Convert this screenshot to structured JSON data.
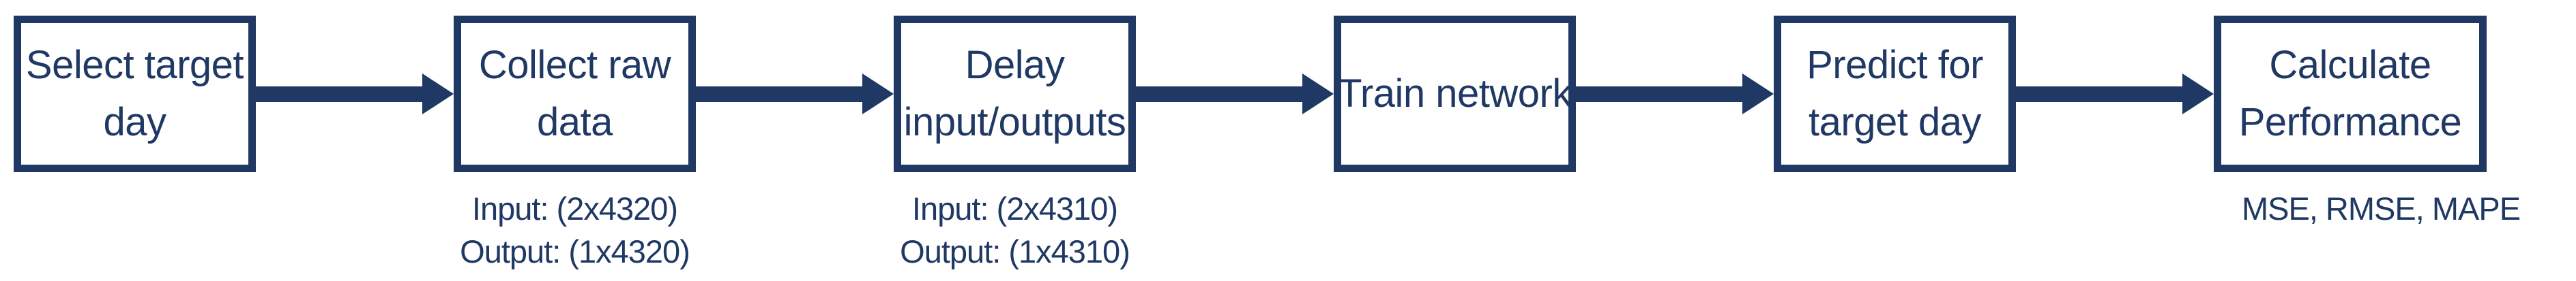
{
  "diagram": {
    "type": "flowchart",
    "direction": "left-to-right",
    "colors": {
      "accent": "#1F3864",
      "box_fill": "#FFFFFF",
      "text": "#1F3864"
    },
    "steps": [
      {
        "id": "select-target-day",
        "label_lines": [
          "Select target",
          "day"
        ],
        "annotations": []
      },
      {
        "id": "collect-raw-data",
        "label_lines": [
          "Collect raw",
          "data"
        ],
        "annotations": [
          "Input: (2x4320)",
          "Output: (1x4320)"
        ]
      },
      {
        "id": "delay-input-outputs",
        "label_lines": [
          "Delay",
          "input/outputs"
        ],
        "annotations": [
          "Input: (2x4310)",
          "Output: (1x4310)"
        ]
      },
      {
        "id": "train-network",
        "label_lines": [
          "Train network"
        ],
        "annotations": []
      },
      {
        "id": "predict-for-target-day",
        "label_lines": [
          "Predict for",
          "target day"
        ],
        "annotations": []
      },
      {
        "id": "calculate-performance",
        "label_lines": [
          "Calculate",
          "Performance"
        ],
        "annotations": [
          "MSE, RMSE, MAPE"
        ]
      }
    ],
    "connectors": [
      {
        "from": "select-target-day",
        "to": "collect-raw-data"
      },
      {
        "from": "collect-raw-data",
        "to": "delay-input-outputs"
      },
      {
        "from": "delay-input-outputs",
        "to": "train-network"
      },
      {
        "from": "train-network",
        "to": "predict-for-target-day"
      },
      {
        "from": "predict-for-target-day",
        "to": "calculate-performance"
      }
    ]
  }
}
